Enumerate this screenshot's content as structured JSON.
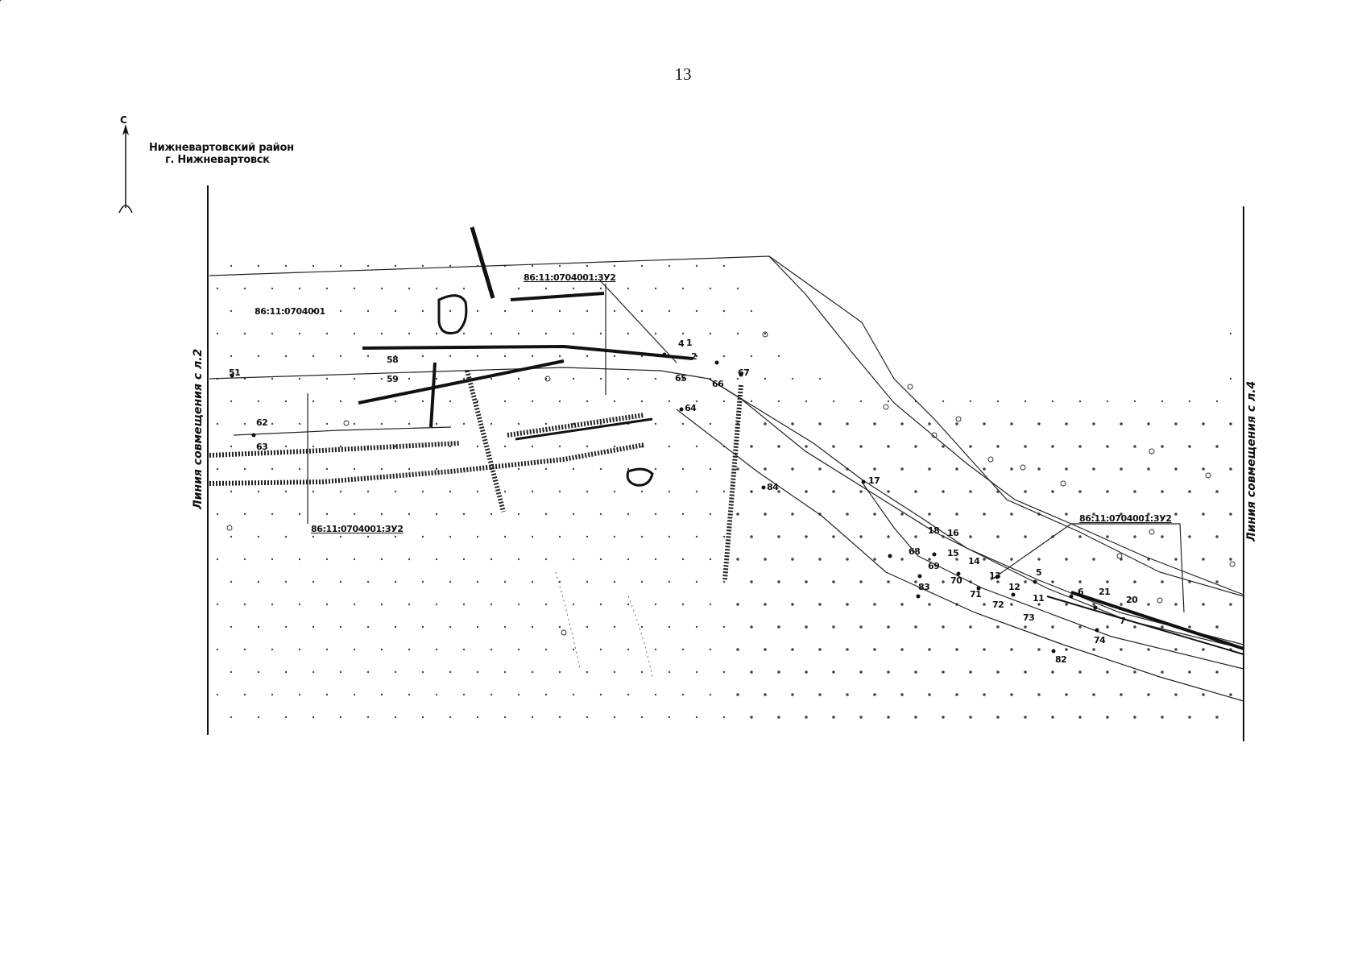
{
  "page": {
    "number": "13"
  },
  "region": {
    "line1": "Нижневартовский район",
    "line2": "г. Нижневартовск"
  },
  "north_arrow": {
    "letter": "С",
    "icon": "north-arrow-icon"
  },
  "match_lines": {
    "left": "Линия совмещения с л.2",
    "right": "Линия совмещения с л.4"
  },
  "parcels": [
    "86:11:0704001:ЗУ2",
    "86:11:0704001",
    "86:11:0704001:ЗУ2",
    "86:11:0704001:ЗУ2"
  ],
  "points": [
    "1",
    "2",
    "4",
    "5",
    "6",
    "7",
    "11",
    "12",
    "13",
    "14",
    "15",
    "16",
    "17",
    "18",
    "20",
    "21",
    "51",
    "58",
    "59",
    "62",
    "63",
    "64",
    "65",
    "66",
    "67",
    "68",
    "69",
    "70",
    "71",
    "72",
    "73",
    "74",
    "82",
    "83",
    "84"
  ]
}
